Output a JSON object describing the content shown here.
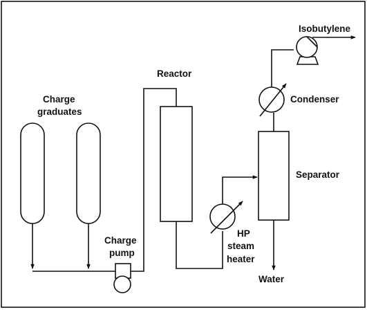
{
  "labels": {
    "charge_graduates_line1": "Charge",
    "charge_graduates_line2": "graduates",
    "charge_pump_line1": "Charge",
    "charge_pump_line2": "pump",
    "reactor": "Reactor",
    "hp_steam_heater_line1": "HP",
    "hp_steam_heater_line2": "steam",
    "hp_steam_heater_line3": "heater",
    "separator": "Separator",
    "condenser": "Condenser",
    "isobutylene": "Isobutylene",
    "water": "Water"
  },
  "colors": {
    "line": "#111111",
    "background": "#ffffff"
  }
}
